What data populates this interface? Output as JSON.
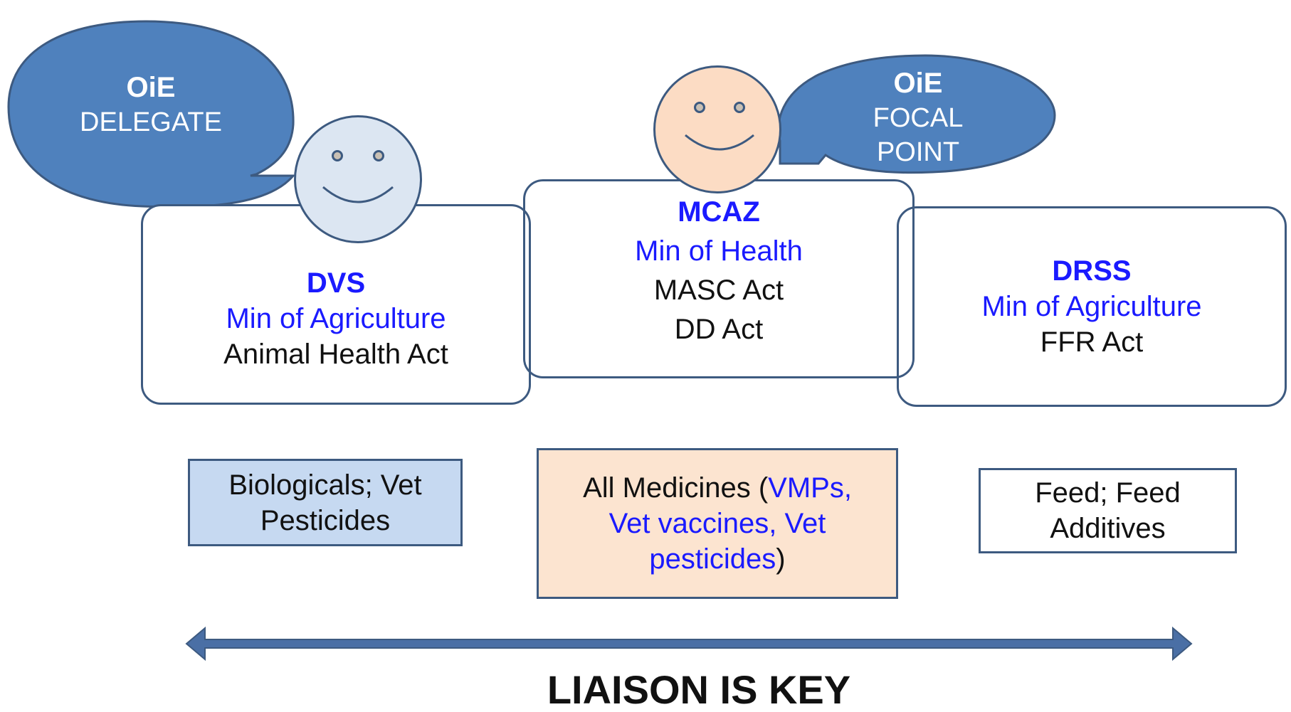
{
  "colors": {
    "bubble_fill": "#4f81bd",
    "bubble_stroke": "#3d5a80",
    "box_stroke": "#3d5a80",
    "face_dvs": "#dce6f2",
    "face_mcaz": "#fcdcc4",
    "biologicals_fill": "#c6d9f1",
    "medicines_fill": "#fce4d0",
    "blue_text": "#1a1aff",
    "arrow": "#4a6fa5"
  },
  "bubbles": {
    "delegate": {
      "title": "OiE",
      "subtitle": "DELEGATE"
    },
    "focal": {
      "title": "OiE",
      "line1": "FOCAL",
      "line2": "POINT"
    }
  },
  "orgs": {
    "dvs": {
      "name": "DVS",
      "ministry": "Min of Agriculture",
      "act": "Animal Health Act"
    },
    "mcaz": {
      "name": "MCAZ",
      "ministry": "Min of Health",
      "act1": "MASC Act",
      "act2": "DD Act"
    },
    "drss": {
      "name": "DRSS",
      "ministry": "Min of Agriculture",
      "act": "FFR Act"
    }
  },
  "products": {
    "biologicals": {
      "line1": "Biologicals; Vet",
      "line2": "Pesticides"
    },
    "medicines": {
      "prefix": "All Medicines (",
      "vmps": "VMPs,",
      "line2": "Vet vaccines, Vet",
      "line3": "pesticides",
      "suffix": ")"
    },
    "feed": {
      "line1": "Feed; Feed",
      "line2": "Additives"
    }
  },
  "footer": {
    "text": "LIAISON IS KEY"
  }
}
